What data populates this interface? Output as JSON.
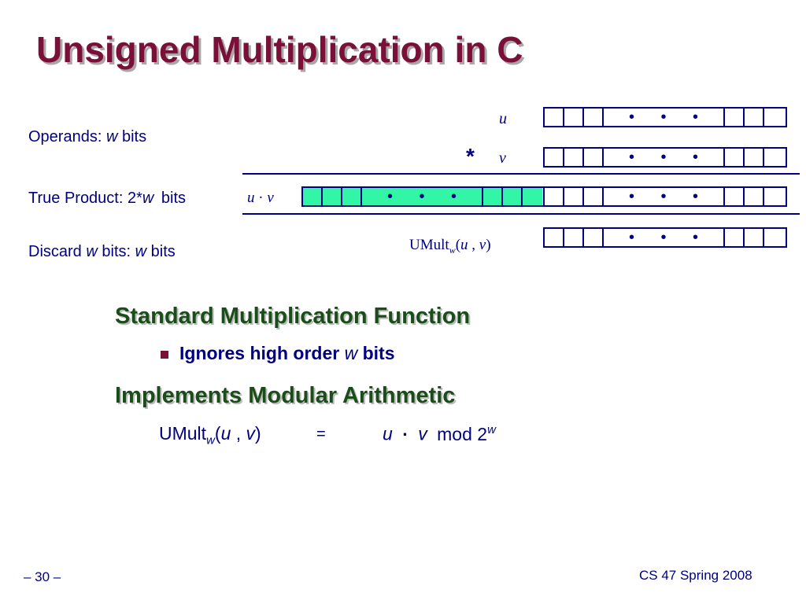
{
  "slide": {
    "title": "Unsigned Multiplication in C",
    "operands_label": "Operands:",
    "operands_w": "w",
    "operands_bits": "bits",
    "true_product_label": "True Product: 2*",
    "true_product_w": "w",
    "true_product_bits": "bits",
    "discard_label": "Discard",
    "discard_w1": "w",
    "discard_bits1": "bits:",
    "discard_w2": "w",
    "discard_bits2": "bits",
    "u_label": "u",
    "v_label": "v",
    "mult_sign": "*",
    "uv_u": "u",
    "uv_dot": "·",
    "uv_v": "v",
    "umult_prefix": "UMult",
    "umult_sub": "w",
    "umult_args_open": "(",
    "umult_u": "u",
    "umult_comma": ",",
    "umult_v": "v",
    "umult_close": ")",
    "dots": "• • •",
    "heading1": "Standard Multiplication Function",
    "bullet1_pre": "Ignores high order",
    "bullet1_w": "w",
    "bullet1_post": "bits",
    "heading2": "Implements Modular Arithmetic",
    "formula_umult": "UMult",
    "formula_sub": "w",
    "formula_open": "(",
    "formula_u": "u",
    "formula_comma": ",",
    "formula_v": "v",
    "formula_close": ")",
    "formula_eq": "=",
    "formula_rhs_u": "u",
    "formula_rhs_dot": "·",
    "formula_rhs_v": "v",
    "formula_mod": "mod 2",
    "formula_exp": "w",
    "page_number": "– 30 –",
    "course": "CS 47 Spring 2008"
  },
  "colors": {
    "title": "#7a1038",
    "text": "#000080",
    "heading": "#1a4d1a",
    "highlight": "#33f5a6"
  }
}
